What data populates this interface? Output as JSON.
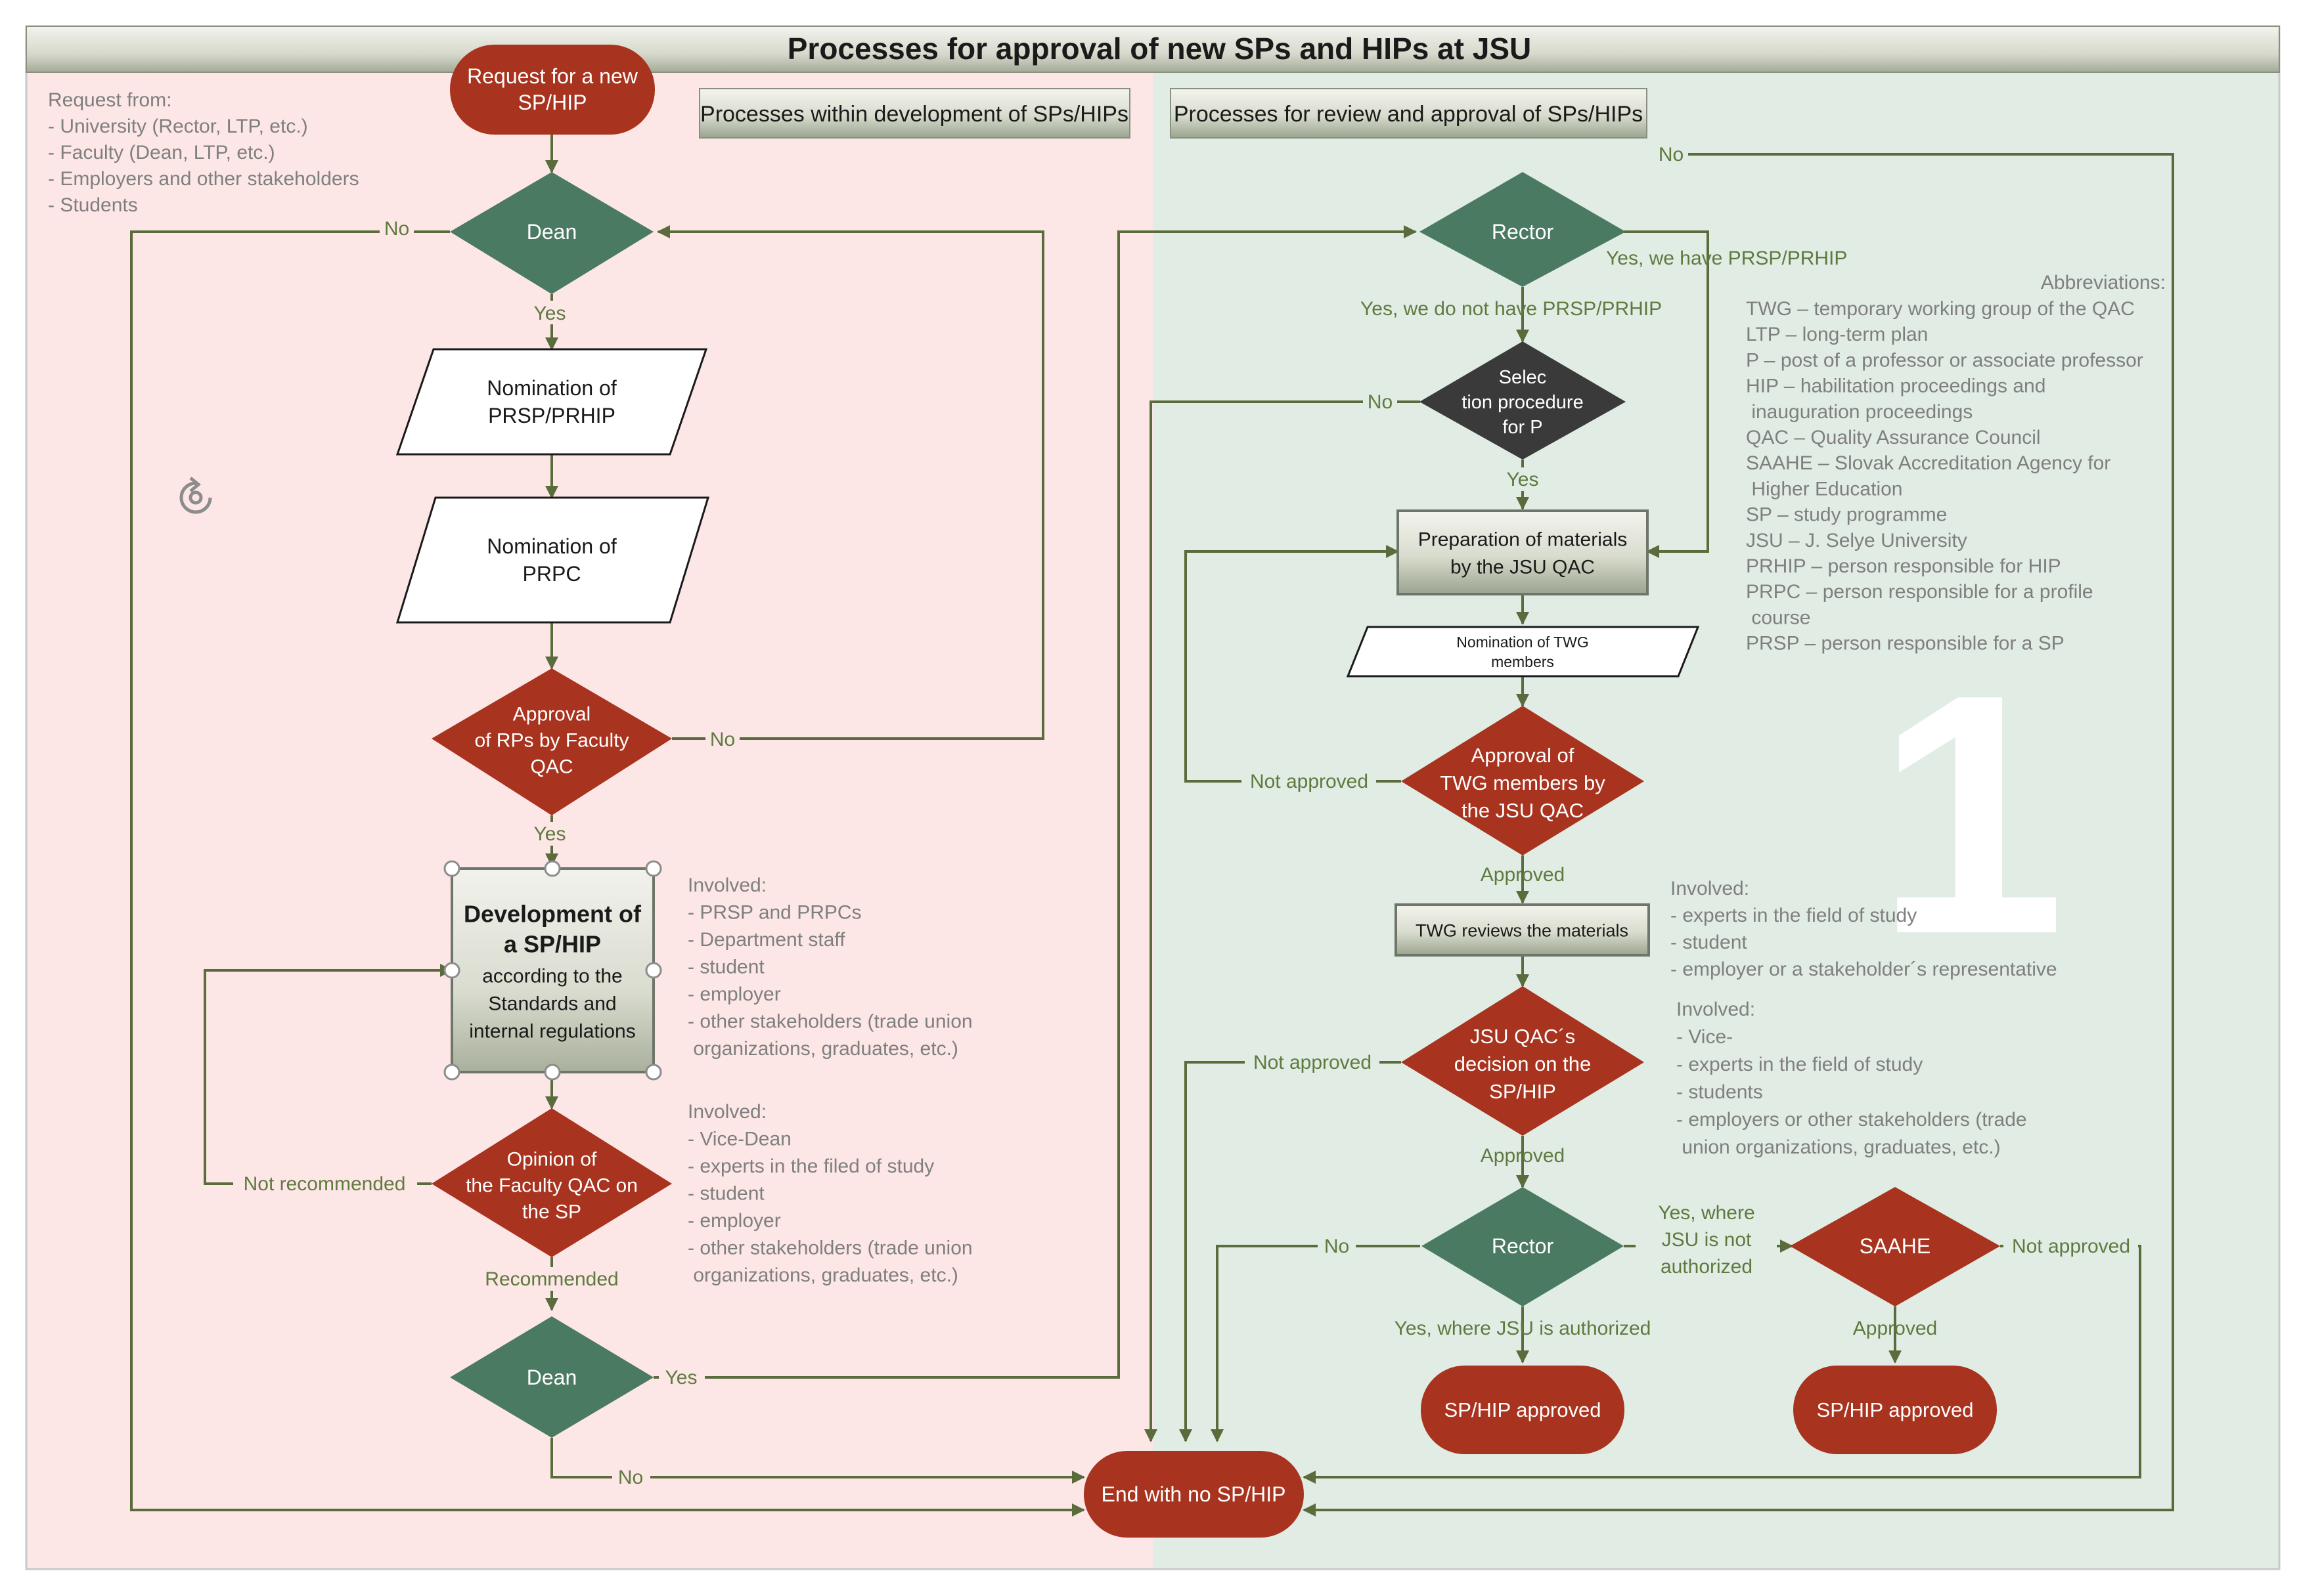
{
  "title": "Processes for approval of new SPs and HIPs at JSU",
  "sections": {
    "development": "Processes within development of SPs/HIPs",
    "review": "Processes for review and approval of SPs/HIPs"
  },
  "request_from": {
    "heading": "Request from:",
    "items": [
      "- University (Rector, LTP, etc.)",
      "- Faculty (Dean, LTP, etc.)",
      "- Employers and other stakeholders",
      "- Students"
    ]
  },
  "nodes": {
    "request": [
      "Request for a new",
      "SP/HIP"
    ],
    "dean1": [
      "Dean"
    ],
    "nom_prsp": [
      "Nomination of",
      "PRSP/PRHIP"
    ],
    "nom_prpc": [
      "Nomination of",
      "PRPC"
    ],
    "approval_rps": [
      "Approval",
      "of RPs by Faculty",
      "QAC"
    ],
    "development": [
      "Development of",
      "a SP/HIP"
    ],
    "development_sub": [
      "according to the",
      "Standards and",
      "internal regulations"
    ],
    "opinion": [
      "Opinion of",
      "the Faculty QAC on",
      "the SP"
    ],
    "dean2": [
      "Dean"
    ],
    "end": [
      "End with no SP/HIP"
    ],
    "rector1": [
      "Rector"
    ],
    "selection": [
      "Selec",
      "tion procedure",
      "for P"
    ],
    "preparation": [
      "Preparation of materials",
      "by the JSU QAC"
    ],
    "nom_twg": [
      "Nomination of TWG",
      "members"
    ],
    "approval_twg": [
      "Approval of",
      "TWG members by",
      "the JSU QAC"
    ],
    "twg_reviews": [
      "TWG reviews the materials"
    ],
    "decision": [
      "JSU QAC´s",
      "decision on the",
      "SP/HIP"
    ],
    "rector2": [
      "Rector"
    ],
    "saahe": [
      "SAAHE"
    ],
    "approved1": [
      "SP/HIP approved"
    ],
    "approved2": [
      "SP/HIP approved"
    ]
  },
  "edge_labels": {
    "no_dean1": "No",
    "yes_dean1": "Yes",
    "no_rps": "No",
    "yes_rps": "Yes",
    "not_recommended": "Not recommended",
    "recommended": "Recommended",
    "yes_dean2": "Yes",
    "no_dean2": "No",
    "no_rector1": "No",
    "yes_have": "Yes, we have PRSP/PRHIP",
    "yes_not_have": "Yes, we do not have PRSP/PRHIP",
    "no_selection": "No",
    "yes_selection": "Yes",
    "not_approved_twg": "Not approved",
    "approved_twg": "Approved",
    "not_approved_decision": "Not approved",
    "approved_decision": "Approved",
    "no_rector2": "No",
    "yes_not_authorized": [
      "Yes, where",
      "JSU is not",
      "authorized"
    ],
    "yes_authorized": "Yes, where JSU is authorized",
    "not_approved_saahe": "Not approved",
    "approved_saahe": "Approved"
  },
  "involved_development": {
    "heading": "Involved:",
    "items": [
      "- PRSP and PRPCs",
      "- Department staff",
      "- student",
      "- employer",
      "- other stakeholders (trade union",
      "  organizations, graduates, etc.)"
    ]
  },
  "involved_opinion": {
    "heading": "Involved:",
    "items": [
      "- Vice-Dean",
      "- experts in the filed of study",
      "- student",
      "- employer",
      "- other stakeholders (trade union",
      "  organizations, graduates, etc.)"
    ]
  },
  "involved_twg": {
    "heading": "Involved:",
    "items": [
      "- experts in the field of study",
      "- student",
      "- employer or a stakeholder´s representative"
    ]
  },
  "involved_decision": {
    "heading": "Involved:",
    "items": [
      "- Vice-",
      "- experts in the field of study",
      "- students",
      "- employers or other stakeholders (trade",
      "  union organizations, graduates, etc.)"
    ]
  },
  "abbreviations": {
    "heading": "Abbreviations:",
    "items": [
      "TWG – temporary working group of the QAC",
      "LTP –  long-term plan",
      "P – post of a professor or associate professor",
      "HIP – habilitation proceedings and",
      "        inauguration proceedings",
      "QAC – Quality Assurance Council",
      "SAAHE – Slovak Accreditation Agency for",
      "          Higher Education",
      "SP – study programme",
      "JSU – J. Selye University",
      "PRHIP – person responsible for HIP",
      "PRPC – person responsible for a profile",
      "          course",
      "PRSP – person responsible for a SP"
    ]
  },
  "watermark": "1",
  "colors": {
    "red": "#a8331f",
    "green": "#4b7a62",
    "dark": "#3a3a3a",
    "arrow": "#5a6b3c",
    "left_bg": "#fde6e6",
    "right_bg": "#e0ece4",
    "label": "#5f7a3e",
    "gray_text": "#7f7f7f"
  }
}
